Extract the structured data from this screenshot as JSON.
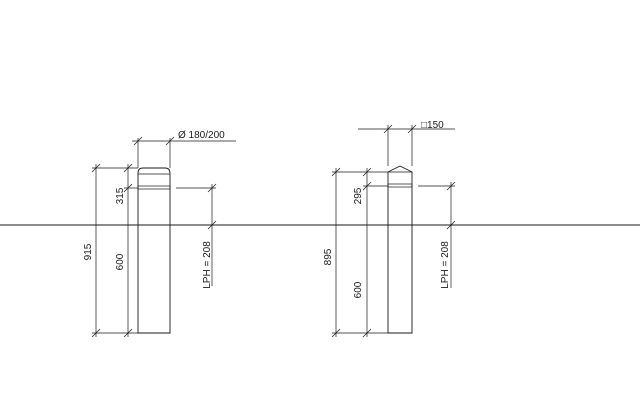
{
  "bollard_round": {
    "diameter_label": "Ø 180/200",
    "total_height": "915",
    "upper_height": "315",
    "lower_height": "600",
    "lph_label": "LPH = 208"
  },
  "bollard_square": {
    "size_label": "□150",
    "total_height": "895",
    "upper_height": "295",
    "lower_height": "600",
    "lph_label": "LPH = 208"
  }
}
